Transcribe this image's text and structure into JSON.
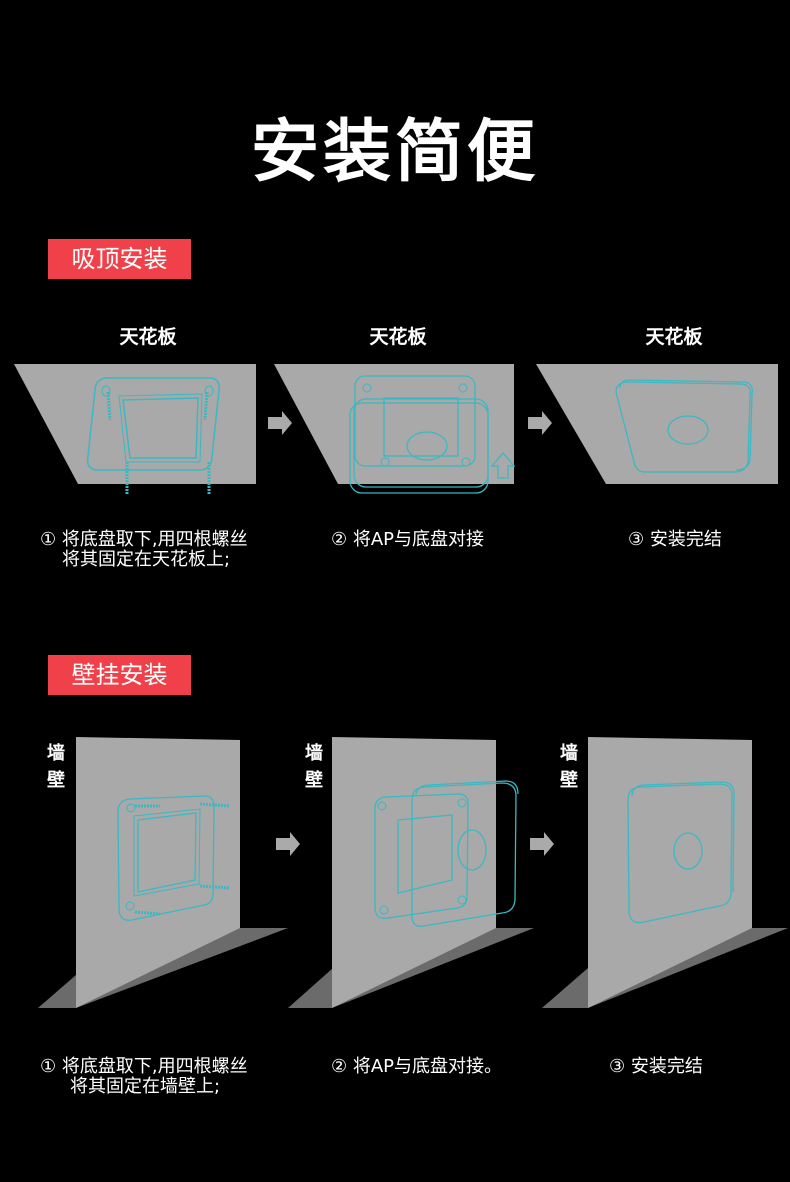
{
  "title": "安装简便",
  "ceiling": {
    "badge": "吸顶安装",
    "labels": [
      "天花板",
      "天花板",
      "天花板"
    ],
    "steps": [
      {
        "line1": "① 将底盘取下,用四根螺丝",
        "line2": "将其固定在天花板上;"
      },
      {
        "line1": "② 将AP与底盘对接"
      },
      {
        "line1": "③ 安装完结"
      }
    ]
  },
  "wall": {
    "badge": "壁挂安装",
    "labels": [
      "墙壁",
      "墙壁",
      "墙壁"
    ],
    "steps": [
      {
        "line1": "① 将底盘取下,用四根螺丝",
        "line2": "将其固定在墙壁上;"
      },
      {
        "line1": "② 将AP与底盘对接。"
      },
      {
        "line1": "③ 安装完结"
      }
    ]
  },
  "colors": {
    "accent": "#f0414b",
    "outline": "#3bb8c2",
    "panel": "#a9a9a9"
  },
  "icons": [
    "arrow-right-icon",
    "arrow-up-icon"
  ]
}
